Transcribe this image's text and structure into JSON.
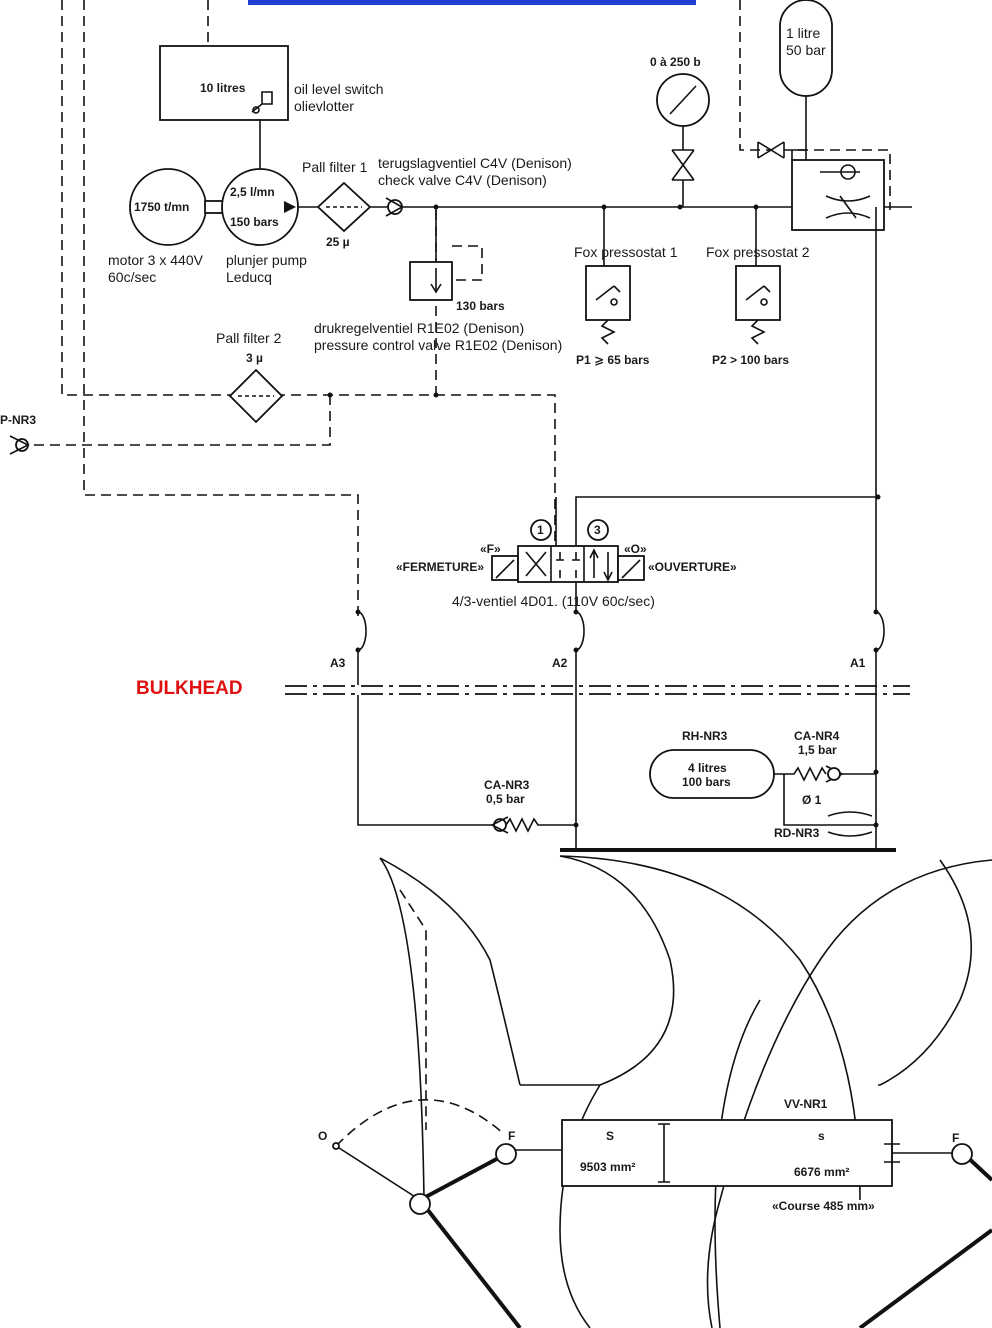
{
  "labels": {
    "tank_volume": "10 litres",
    "oil_level_switch_en": "oil level switch",
    "oil_level_switch_nl": "olievlotter",
    "accumulator_volume": "1 litre",
    "accumulator_pressure": "50 bar",
    "gauge_range": "0 à 250 b",
    "motor_speed": "1750 t/mn",
    "pump_flow": "2,5 l/mn",
    "pump_pressure": "150 bars",
    "motor_desc_1": "motor 3 x 440V",
    "motor_desc_2": "60c/sec",
    "pump_desc_1": "plunjer pump",
    "pump_desc_2": "Leducq",
    "pall_filter_1": "Pall filter 1",
    "filter1_rating": "25 µ",
    "check_valve_nl": "terugslagventiel C4V (Denison)",
    "check_valve_en": "check valve C4V (Denison)",
    "fox_pressostat_1": "Fox pressostat 1",
    "fox_pressostat_2": "Fox pressostat 2",
    "relief_setting": "130  bars",
    "pressure_valve_nl": "drukregelventiel R1E02 (Denison)",
    "pressure_valve_en": "pressure control valve R1E02 (Denison)",
    "p1_setting": "P1 ⩾ 65 bars",
    "p2_setting": "P2 > 100 bars",
    "pall_filter_2": "Pall filter 2",
    "filter2_rating": "3 µ",
    "p_nr3": "P-NR3",
    "port_1": "1",
    "port_3": "3",
    "f_short": "«F»",
    "o_short": "«O»",
    "fermeture": "«FERMETURE»",
    "ouverture": "«OUVERTURE»",
    "valve_4_3": "4/3-ventiel 4D01. (110V 60c/sec)",
    "a3": "A3",
    "a2": "A2",
    "a1": "A1",
    "bulkhead": "BULKHEAD",
    "rh_nr3": "RH-NR3",
    "rh_volume": "4 litres",
    "rh_pressure": "100 bars",
    "ca_nr4": "CA-NR4",
    "ca_nr4_pressure": "1,5 bar",
    "orifice": "Ø 1",
    "rd_nr3": "RD-NR3",
    "ca_nr3": "CA-NR3",
    "ca_nr3_pressure": "0,5 bar",
    "vv_nr1": "VV-NR1",
    "cyl_big_s": "S",
    "cyl_small_s": "s",
    "cyl_big_area": "9503 mm²",
    "cyl_small_area": "6676 mm²",
    "course": "«Course 485 mm»",
    "pos_o": "O",
    "pos_f_left": "F",
    "pos_f_right": "F"
  },
  "colors": {
    "line": "#111111",
    "bulkhead_label": "#e01010",
    "header_bar": "#1f3fd0"
  }
}
